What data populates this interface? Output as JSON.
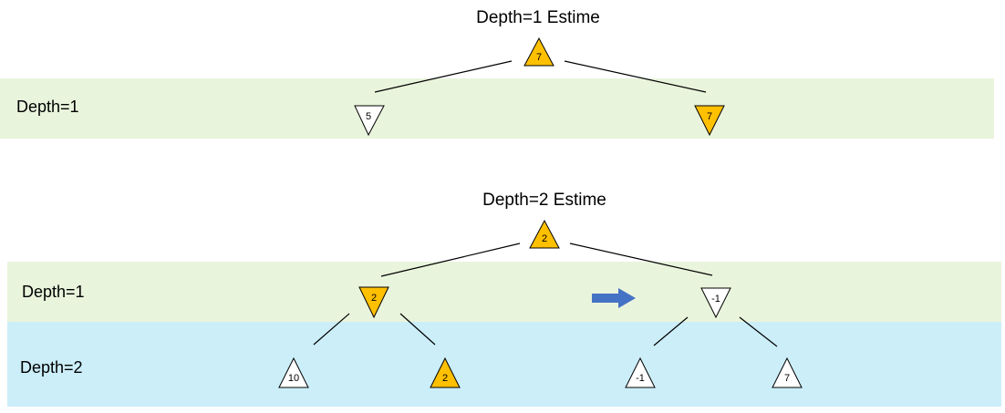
{
  "colors": {
    "band_depth1": "#e9f4dc",
    "band_depth2": "#cbeef9",
    "node_selected": "#ffc000",
    "node_default": "#ffffff",
    "arrow": "#4472c4"
  },
  "tree1": {
    "title": "Depth=1 Estime",
    "band_depth1_label": "Depth=1",
    "root": {
      "value": "7",
      "type": "max",
      "selected": true
    },
    "depth1_left": {
      "value": "5",
      "type": "min",
      "selected": false
    },
    "depth1_right": {
      "value": "7",
      "type": "min",
      "selected": true
    }
  },
  "tree2": {
    "title": "Depth=2 Estime",
    "band_depth1_label": "Depth=1",
    "band_depth2_label": "Depth=2",
    "root": {
      "value": "2",
      "type": "max",
      "selected": true
    },
    "depth1_left": {
      "value": "2",
      "type": "min",
      "selected": true
    },
    "depth1_right": {
      "value": "-1",
      "type": "min",
      "selected": false
    },
    "depth2_a": {
      "value": "10",
      "type": "max",
      "selected": false
    },
    "depth2_b": {
      "value": "2",
      "type": "max",
      "selected": true
    },
    "depth2_c": {
      "value": "-1",
      "type": "max",
      "selected": false
    },
    "depth2_d": {
      "value": "7",
      "type": "max",
      "selected": false
    },
    "arrow_icon": "arrow-right-icon"
  }
}
